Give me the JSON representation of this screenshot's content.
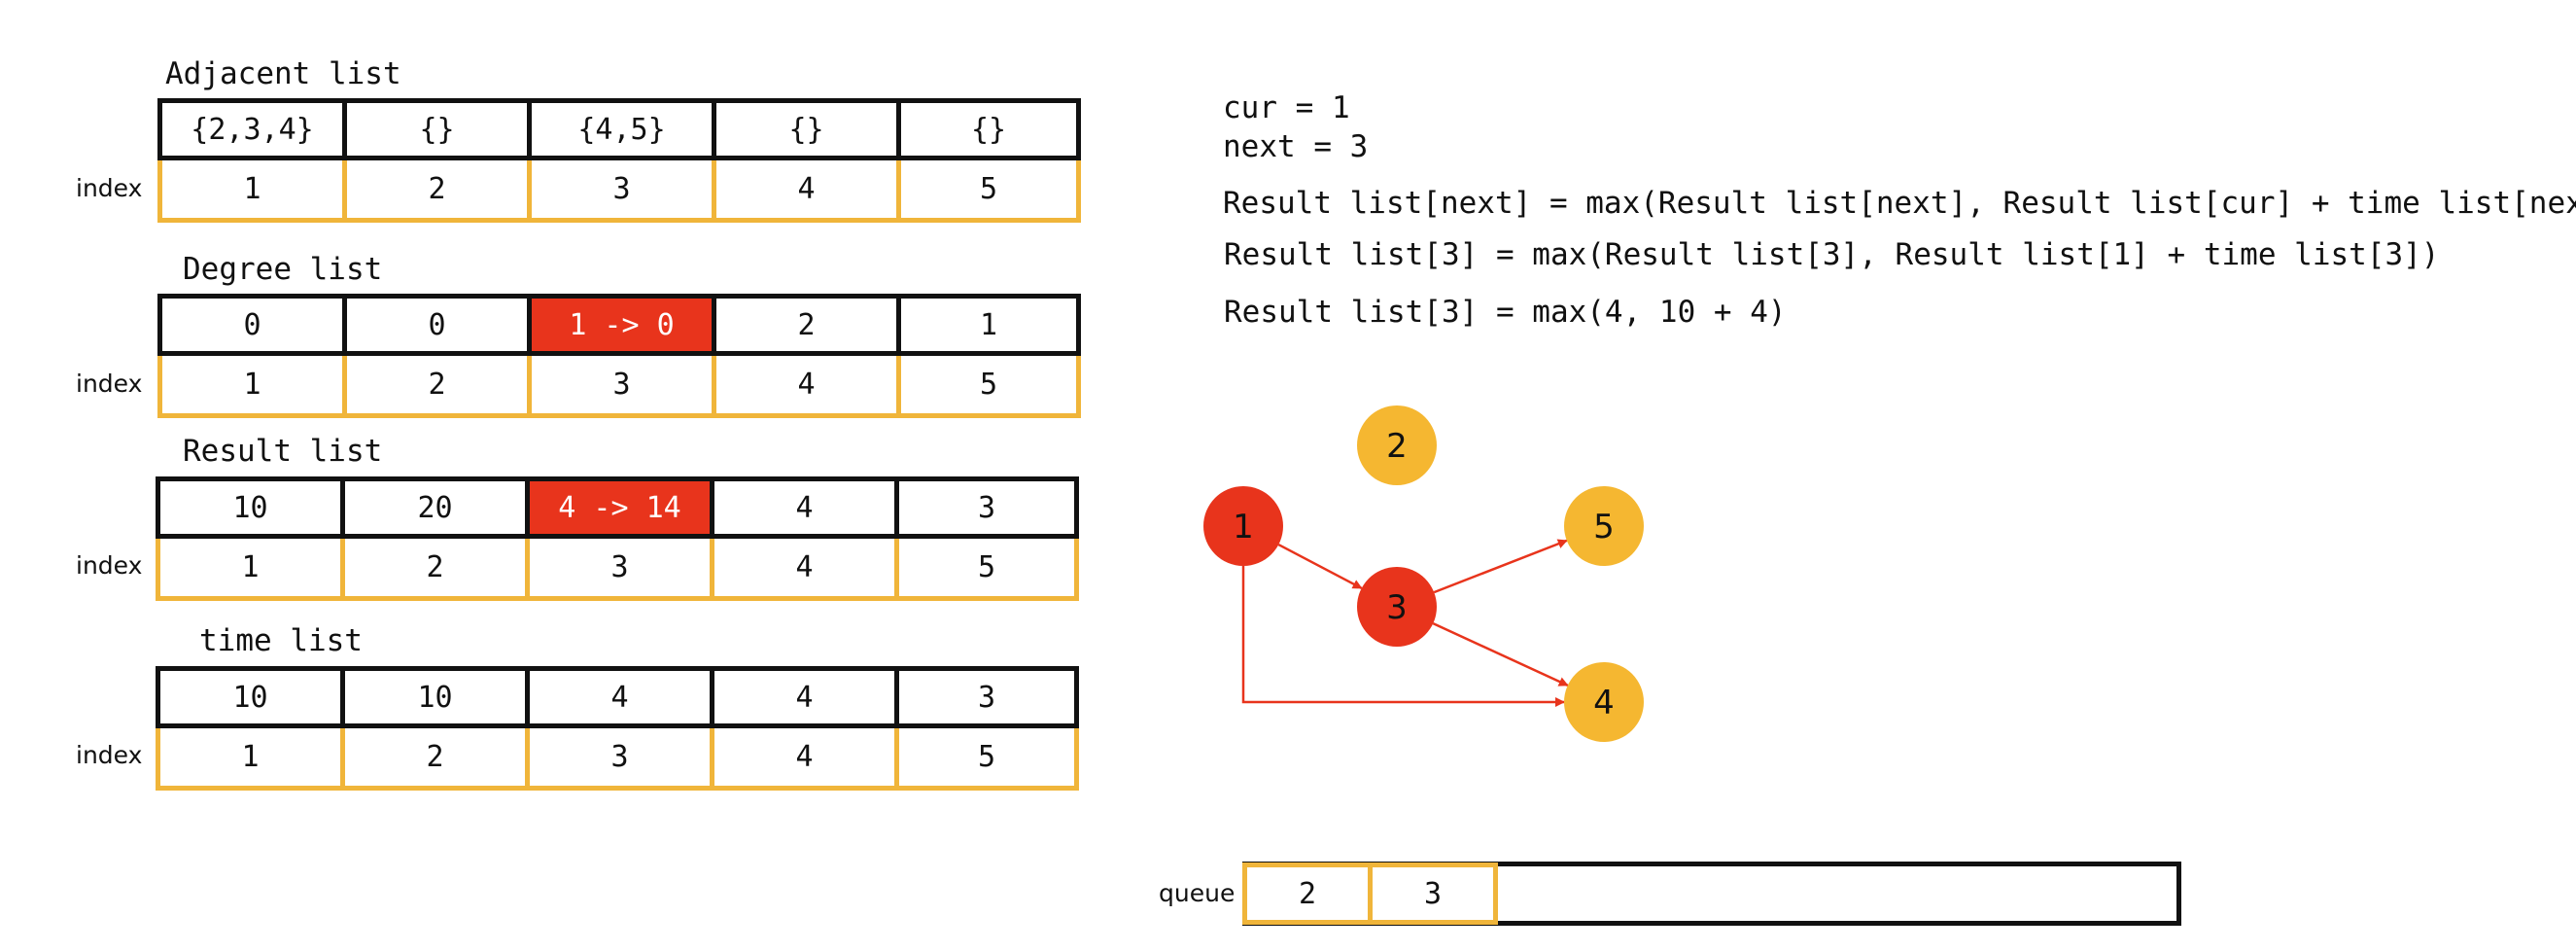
{
  "index_label": "index",
  "tables": [
    {
      "title": "Adjacent list",
      "values": [
        "{2,3,4}",
        "{}",
        "{4,5}",
        "{}",
        "{}"
      ],
      "indices": [
        "1",
        "2",
        "3",
        "4",
        "5"
      ],
      "highlight": null
    },
    {
      "title": "Degree list",
      "values": [
        "0",
        "0",
        "1 -> 0",
        "2",
        "1"
      ],
      "indices": [
        "1",
        "2",
        "3",
        "4",
        "5"
      ],
      "highlight": 2
    },
    {
      "title": "Result list",
      "values": [
        "10",
        "20",
        "4 -> 14",
        "4",
        "3"
      ],
      "indices": [
        "1",
        "2",
        "3",
        "4",
        "5"
      ],
      "highlight": 2
    },
    {
      "title": "time list",
      "values": [
        "10",
        "10",
        "4",
        "4",
        "3"
      ],
      "indices": [
        "1",
        "2",
        "3",
        "4",
        "5"
      ],
      "highlight": null
    }
  ],
  "formulas": {
    "cur": "cur = 1",
    "next": "next = 3",
    "line1": "Result list[next] = max(Result list[next], Result list[cur] + time list[next])",
    "line2": "Result list[3] = max(Result list[3], Result list[1] + time list[3])",
    "line3": "Result list[3] = max(4, 10 + 4)"
  },
  "graph": {
    "nodes": [
      {
        "id": "1",
        "label": "1",
        "state": "active"
      },
      {
        "id": "2",
        "label": "2",
        "state": "pending"
      },
      {
        "id": "3",
        "label": "3",
        "state": "active"
      },
      {
        "id": "4",
        "label": "4",
        "state": "pending"
      },
      {
        "id": "5",
        "label": "5",
        "state": "pending"
      }
    ],
    "edges": [
      {
        "from": "1",
        "to": "3"
      },
      {
        "from": "1",
        "to": "4"
      },
      {
        "from": "3",
        "to": "5"
      },
      {
        "from": "3",
        "to": "4"
      }
    ],
    "colors": {
      "active": "#e8341c",
      "pending": "#f5b731",
      "edge": "#e8341c"
    }
  },
  "queue": {
    "label": "queue",
    "items": [
      "2",
      "3"
    ]
  }
}
